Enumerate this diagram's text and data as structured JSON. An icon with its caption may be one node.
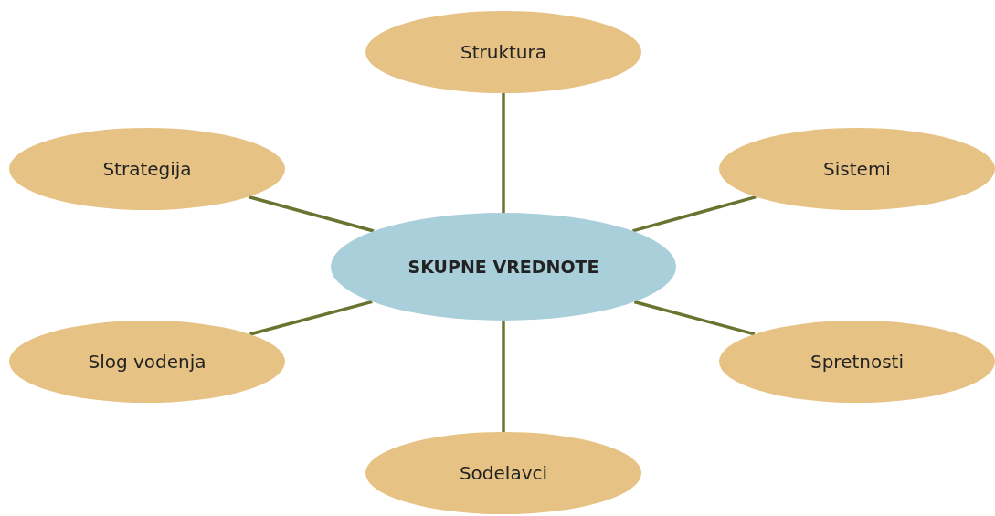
{
  "diagram": {
    "nodes": [
      {
        "text": [
          "Struktura"
        ]
      },
      {
        "text": [
          "Strategija"
        ]
      },
      {
        "text": [
          "Sistemi"
        ]
      },
      {
        "text": [
          "SKUPNE VREDNOTE"
        ]
      },
      {
        "text": [
          "Slog vodenja"
        ]
      },
      {
        "text": [
          "Spretnosti"
        ]
      },
      {
        "text": [
          "Sodelavci"
        ]
      }
    ],
    "edges": [
      {
        "from": 3,
        "to": 0,
        "arrow": "none"
      },
      {
        "from": 3,
        "to": 1,
        "arrow": "none"
      },
      {
        "from": 3,
        "to": 2,
        "arrow": "none"
      },
      {
        "from": 3,
        "to": 4,
        "arrow": "none"
      },
      {
        "from": 3,
        "to": 5,
        "arrow": "none"
      },
      {
        "from": 3,
        "to": 6,
        "arrow": "none"
      }
    ]
  }
}
